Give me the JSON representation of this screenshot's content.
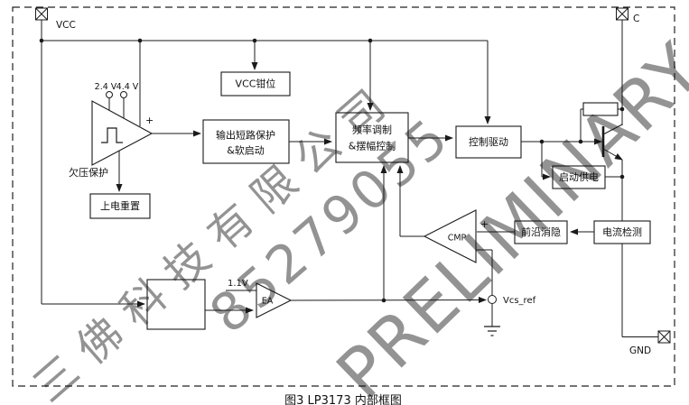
{
  "pins": {
    "vcc": "VCC",
    "c": "C",
    "gnd": "GND"
  },
  "labels": {
    "uv_thresh_low": "2.4 V",
    "uv_thresh_high": "4.4 V",
    "uv_protect": "欠压保护",
    "plus": "+",
    "ref_voltage": "1.1V",
    "vcs_ref": "Vcs_ref"
  },
  "blocks": {
    "vcc_clamp": "VCC钳位",
    "por": "上电重置",
    "short_protect_line1": "输出短路保护",
    "short_protect_line2": "&软启动",
    "freq_mod_line1": "频率调制",
    "freq_mod_line2": "&摆幅控制",
    "ctrl_drive": "控制驱动",
    "startup_supply": "启动供电",
    "leb": "前沿消隐",
    "current_sense": "电流检测",
    "cmp": "CMP",
    "ea": "EA"
  },
  "watermark": {
    "company": "三佛科技有限公司",
    "number": "85279055",
    "status": "PRELIMINARY"
  },
  "caption": "图3 LP3173 内部框图"
}
